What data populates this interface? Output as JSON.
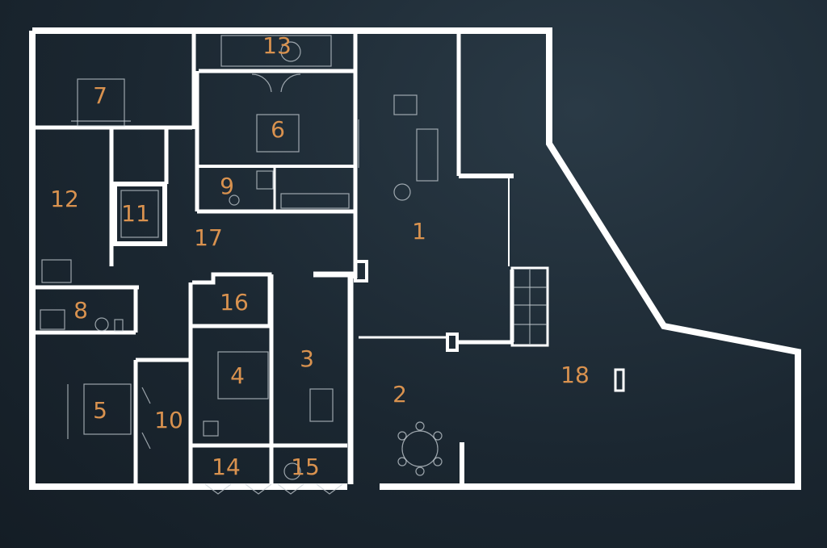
{
  "plan": {
    "colors": {
      "background": "#1b2731",
      "walls": "#ffffff",
      "room_numbers": "#d9924f",
      "fixtures": "#c8d0d6"
    },
    "rooms": [
      {
        "id": "room-1",
        "label": "1"
      },
      {
        "id": "room-2",
        "label": "2"
      },
      {
        "id": "room-3",
        "label": "3"
      },
      {
        "id": "room-4",
        "label": "4"
      },
      {
        "id": "room-5",
        "label": "5"
      },
      {
        "id": "room-6",
        "label": "6"
      },
      {
        "id": "room-7",
        "label": "7"
      },
      {
        "id": "room-8",
        "label": "8"
      },
      {
        "id": "room-9",
        "label": "9"
      },
      {
        "id": "room-10",
        "label": "10"
      },
      {
        "id": "room-11",
        "label": "11"
      },
      {
        "id": "room-12",
        "label": "12"
      },
      {
        "id": "room-13",
        "label": "13"
      },
      {
        "id": "room-14",
        "label": "14"
      },
      {
        "id": "room-15",
        "label": "15"
      },
      {
        "id": "room-16",
        "label": "16"
      },
      {
        "id": "room-17",
        "label": "17"
      },
      {
        "id": "room-18",
        "label": "18"
      }
    ]
  }
}
